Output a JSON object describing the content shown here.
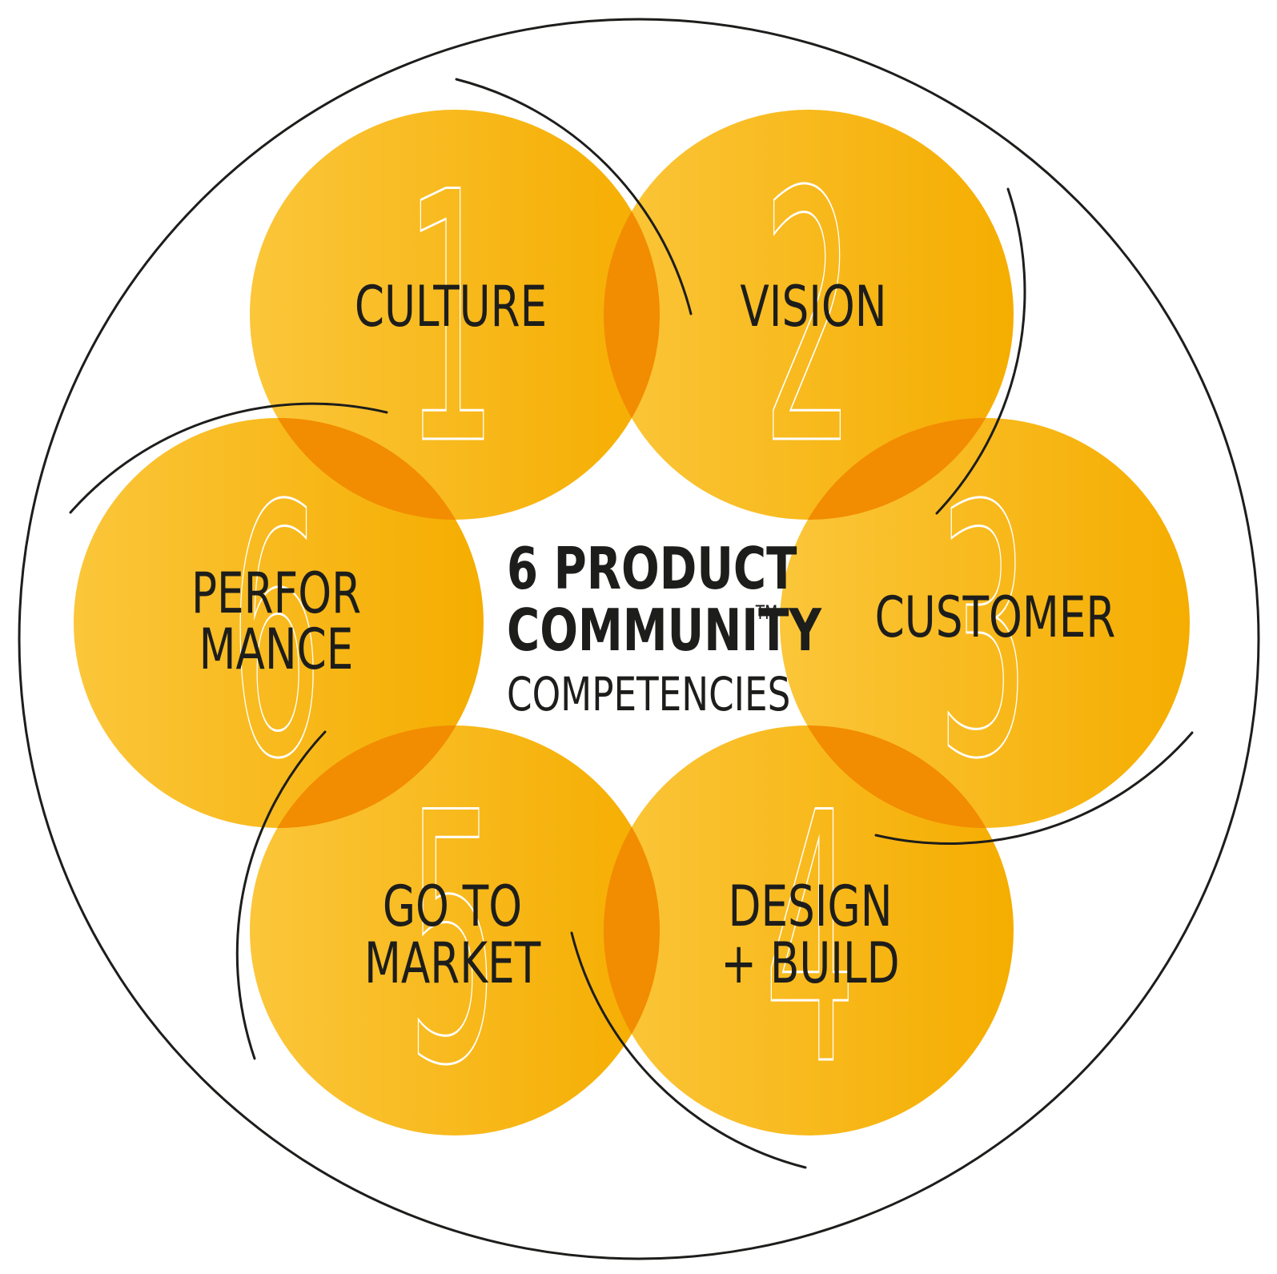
{
  "center": {
    "line1": "6 PRODUCT",
    "line2": "COMMUNITY",
    "trademark": "TM",
    "line3": "COMPETENCIES"
  },
  "competencies": [
    {
      "number": "1",
      "lines": [
        "CULTURE"
      ]
    },
    {
      "number": "2",
      "lines": [
        "VISION"
      ]
    },
    {
      "number": "3",
      "lines": [
        "CUSTOMER"
      ]
    },
    {
      "number": "4",
      "lines": [
        "DESIGN",
        "+ BUILD"
      ]
    },
    {
      "number": "5",
      "lines": [
        "GO TO",
        "MARKET"
      ]
    },
    {
      "number": "6",
      "lines": [
        "PERFOR",
        "MANCE"
      ]
    }
  ],
  "colors": {
    "circle_light": "#fbc63a",
    "circle_dark": "#f5ad00",
    "overlap": "#f28c00",
    "stroke": "#1d1d1b",
    "number_outline": "#ffffff"
  }
}
